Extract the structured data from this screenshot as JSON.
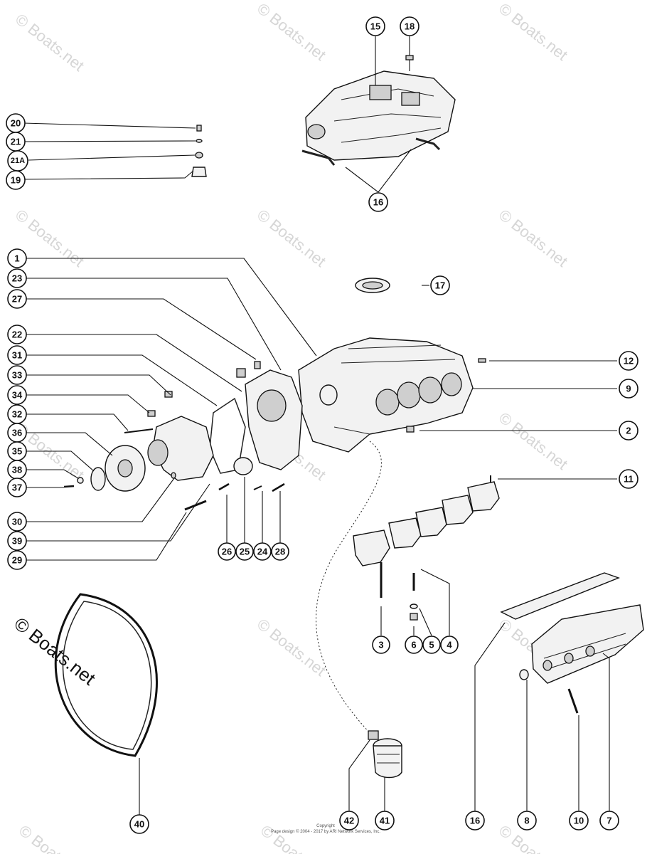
{
  "watermark": "© Boats.net",
  "copyright": {
    "line1": "Copyright",
    "line2": "Page design © 2004 - 2017 by ARI Network Services, Inc."
  },
  "callouts": {
    "c15": "15",
    "c18": "18",
    "c16a": "16",
    "c20": "20",
    "c21": "21",
    "c21a": "21A",
    "c19": "19",
    "c1": "1",
    "c23": "23",
    "c27": "27",
    "c17": "17",
    "c22": "22",
    "c31": "31",
    "c33": "33",
    "c34": "34",
    "c32": "32",
    "c36": "36",
    "c35": "35",
    "c38": "38",
    "c37": "37",
    "c30": "30",
    "c39": "39",
    "c29": "29",
    "c26": "26",
    "c25": "25",
    "c24": "24",
    "c28": "28",
    "c12": "12",
    "c9": "9",
    "c2": "2",
    "c11": "11",
    "c3": "3",
    "c6": "6",
    "c5": "5",
    "c4": "4",
    "c40": "40",
    "c42": "42",
    "c41": "41",
    "c16b": "16",
    "c8": "8",
    "c10": "10",
    "c7": "7"
  }
}
